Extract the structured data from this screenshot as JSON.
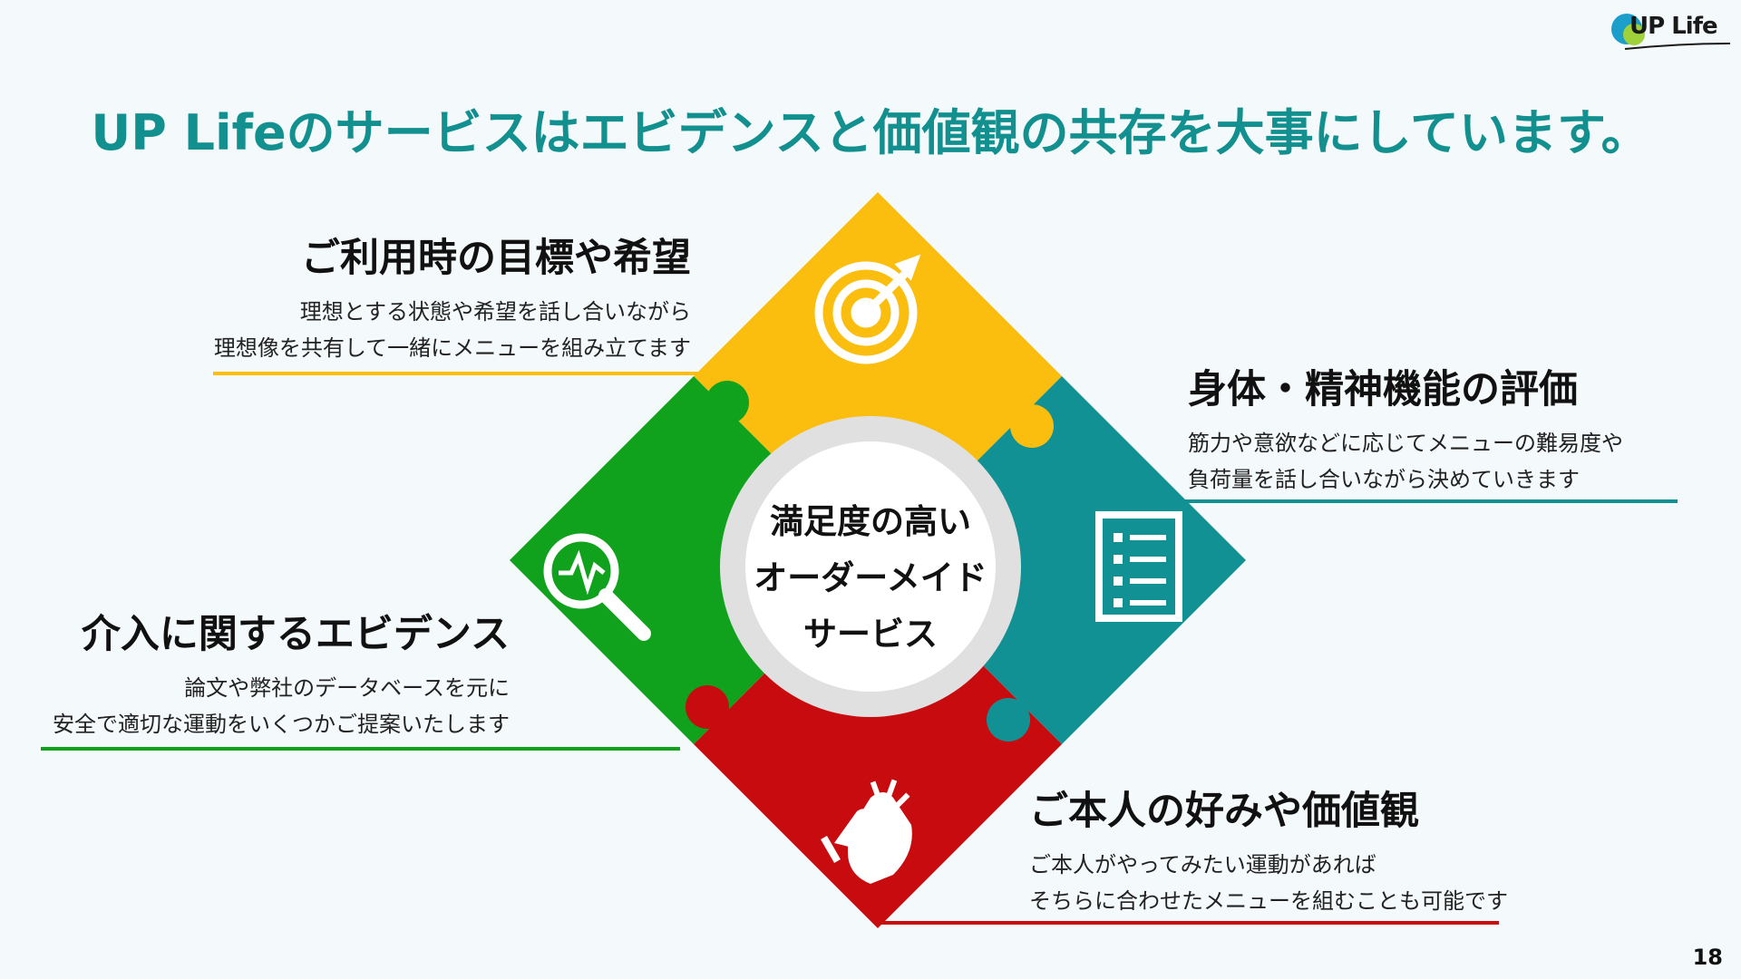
{
  "title": "UP Lifeのサービスはエビデンスと価値観の共存を大事にしています。",
  "logo": {
    "text": "UP Life"
  },
  "page_number": "18",
  "center": {
    "lines": [
      "満足度の高い",
      "オーダーメイド",
      "サービス"
    ]
  },
  "sections": {
    "goals": {
      "heading": "ご利用時の目標や希望",
      "lines": [
        "理想とする状態や希望を話し合いながら",
        "理想像を共有して一緒にメニューを組み立てます"
      ]
    },
    "evaluation": {
      "heading": "身体・精神機能の評価",
      "lines": [
        "筋力や意欲などに応じてメニューの難易度や",
        "負荷量を話し合いながら決めていきます"
      ]
    },
    "evidence": {
      "heading": "介入に関するエビデンス",
      "lines": [
        "論文や弊社のデータベースを元に",
        "安全で適切な運動をいくつかご提案いたします"
      ]
    },
    "values": {
      "heading": "ご本人の好みや価値観",
      "lines": [
        "ご本人がやってみたい運動があれば",
        "そちらに合わせたメニューを組むことも可能です"
      ]
    }
  },
  "icons": {
    "top": "target-icon",
    "right": "checklist-icon",
    "left": "magnifier-pulse-icon",
    "bottom": "clapping-hands-icon"
  },
  "colors": {
    "title": "#12908f",
    "yellow": "#fbbe0e",
    "teal": "#129194",
    "green": "#10a21d",
    "red": "#c80b0e",
    "center_ring": "#e0e0e0"
  }
}
